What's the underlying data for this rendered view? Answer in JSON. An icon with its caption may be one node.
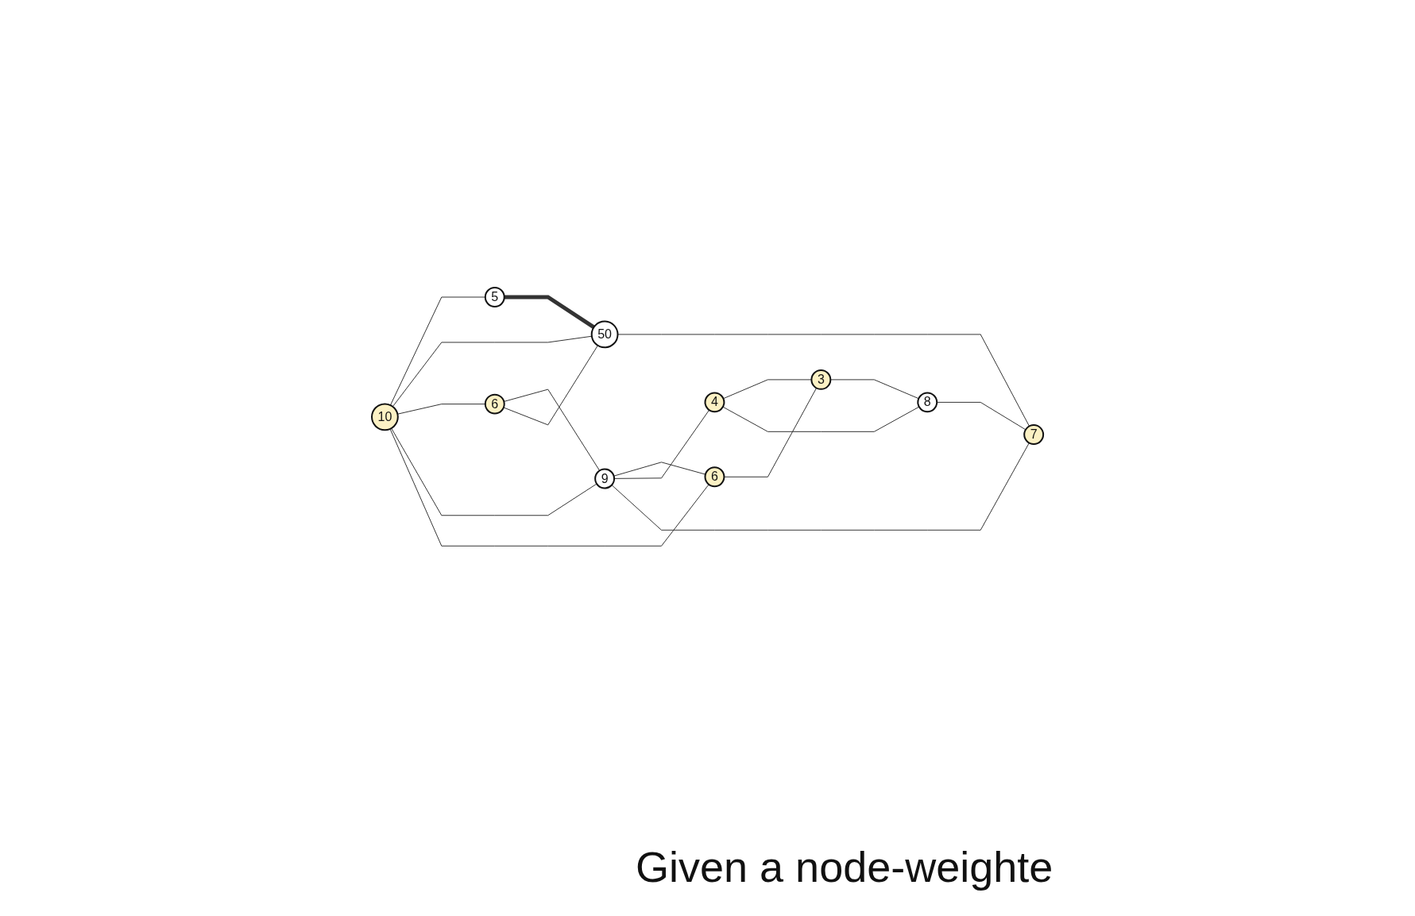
{
  "diagram": {
    "nodes": [
      {
        "text": [
          "10"
        ]
      },
      {
        "text": [
          "6"
        ]
      },
      {
        "text": [
          "5"
        ]
      },
      {
        "text": [
          "6"
        ]
      },
      {
        "text": [
          "9"
        ]
      },
      {
        "text": [
          "3"
        ]
      },
      {
        "text": [
          "4"
        ]
      },
      {
        "text": [
          "50"
        ]
      },
      {
        "text": [
          "8"
        ]
      },
      {
        "text": [
          "7"
        ]
      }
    ],
    "edges": [
      {
        "from": 0,
        "to": 2,
        "arrow": "none"
      },
      {
        "from": 0,
        "to": 7,
        "arrow": "none"
      },
      {
        "from": 0,
        "to": 3,
        "arrow": "none"
      },
      {
        "from": 0,
        "to": 4,
        "arrow": "none"
      },
      {
        "from": 0,
        "to": 1,
        "arrow": "none"
      },
      {
        "from": 2,
        "to": 7,
        "arrow": "none",
        "style": "thick"
      },
      {
        "from": 3,
        "to": 4,
        "arrow": "none"
      },
      {
        "from": 3,
        "to": 7,
        "arrow": "none"
      },
      {
        "from": 4,
        "to": 1,
        "arrow": "none"
      },
      {
        "from": 4,
        "to": 6,
        "arrow": "none"
      },
      {
        "from": 4,
        "to": 9,
        "arrow": "none"
      },
      {
        "from": 1,
        "to": 5,
        "arrow": "none"
      },
      {
        "from": 6,
        "to": 5,
        "arrow": "none"
      },
      {
        "from": 6,
        "to": 8,
        "arrow": "none"
      },
      {
        "from": 5,
        "to": 8,
        "arrow": "none"
      },
      {
        "from": 7,
        "to": 9,
        "arrow": "none"
      },
      {
        "from": 8,
        "to": 9,
        "arrow": "none"
      }
    ],
    "labels": [
      "Given a node-weighte"
    ]
  }
}
